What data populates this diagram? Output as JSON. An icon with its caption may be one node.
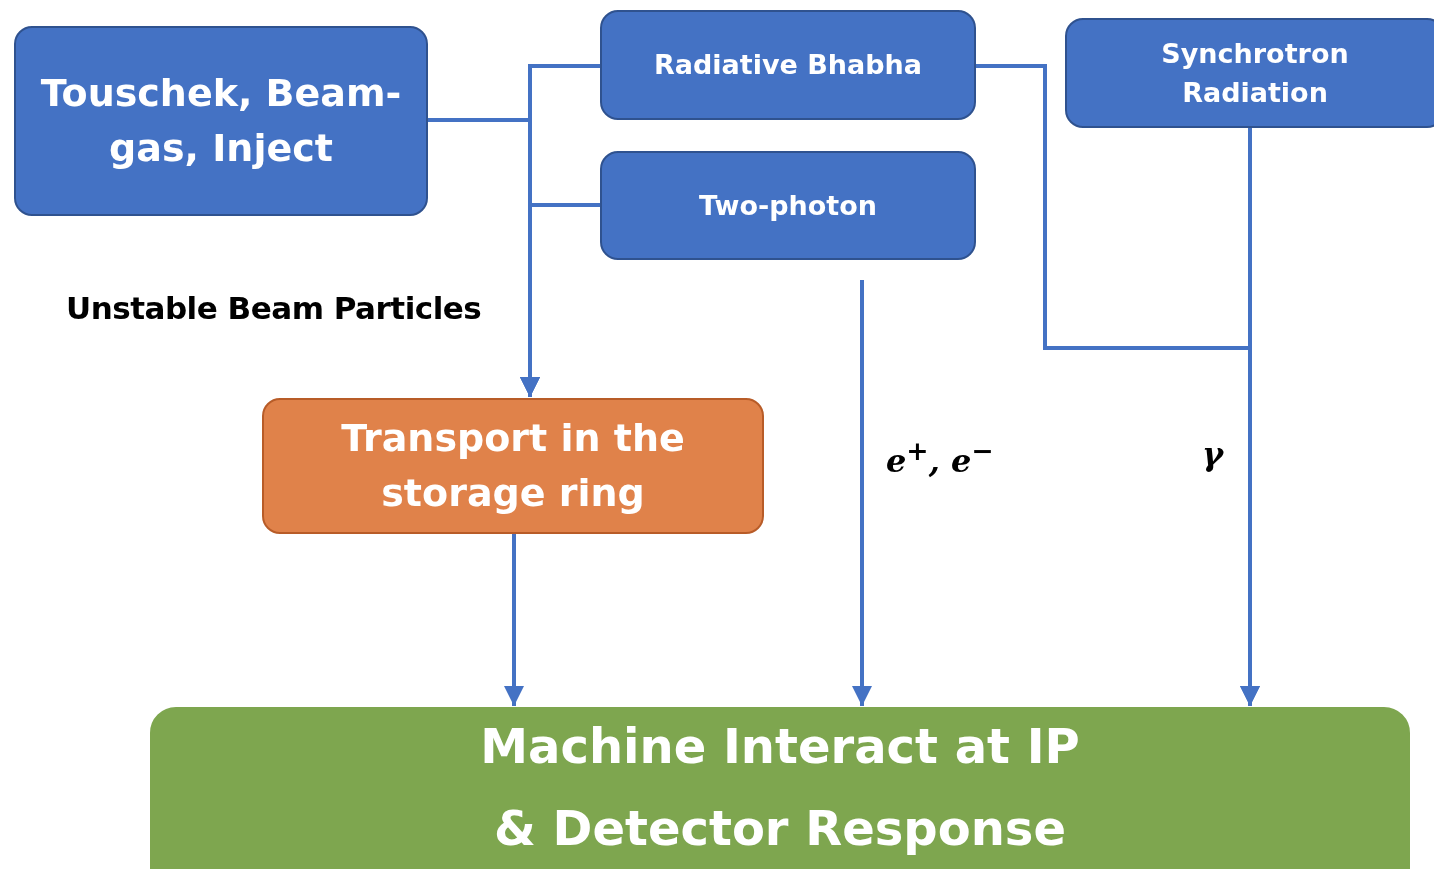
{
  "diagram": {
    "nodes": [
      {
        "text": [
          "Touschek, Beam-gas, Inject"
        ]
      },
      {
        "text": [
          "Radiative Bhabha"
        ]
      },
      {
        "text": [
          "Two-photon"
        ]
      },
      {
        "text": [
          "Synchrotron Radiation"
        ]
      },
      {
        "text": [
          "Transport in the storage ring"
        ]
      },
      {
        "text": [
          "Machine Interact at IP & Detector Response"
        ]
      }
    ],
    "edges": [
      {
        "from": 0,
        "to": 4,
        "arrow": "to"
      },
      {
        "from": 1,
        "to": 4,
        "arrow": "to"
      },
      {
        "from": 2,
        "to": 4,
        "arrow": "to"
      },
      {
        "from": 4,
        "to": 5,
        "arrow": "to"
      },
      {
        "from": null,
        "to": 5,
        "arrow": "to",
        "label": "e$^{+}$, e$^{−}$"
      },
      {
        "from": 1,
        "to": 5,
        "arrow": "to"
      },
      {
        "from": 3,
        "to": 5,
        "arrow": "to",
        "label": "γ"
      }
    ],
    "labels": [
      "Unstable Beam Particles"
    ]
  }
}
